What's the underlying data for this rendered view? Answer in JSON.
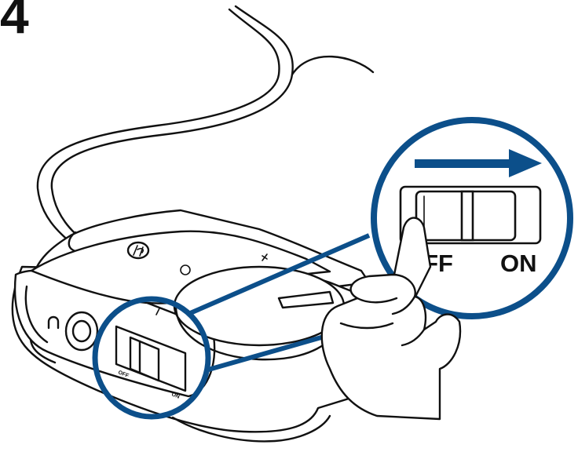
{
  "step": {
    "number": "4"
  },
  "zoom_switch": {
    "off_label": "OFF",
    "on_label": "ON"
  },
  "device_switch": {
    "off_label": "OFF",
    "on_label": "ON"
  },
  "icons": [
    "hp-logo-icon",
    "headphone-icon",
    "slide-right-arrow-icon",
    "pointing-hand-icon"
  ],
  "colors": {
    "accent_blue": "#0c4f8a",
    "line": "#111111",
    "background": "#ffffff"
  }
}
